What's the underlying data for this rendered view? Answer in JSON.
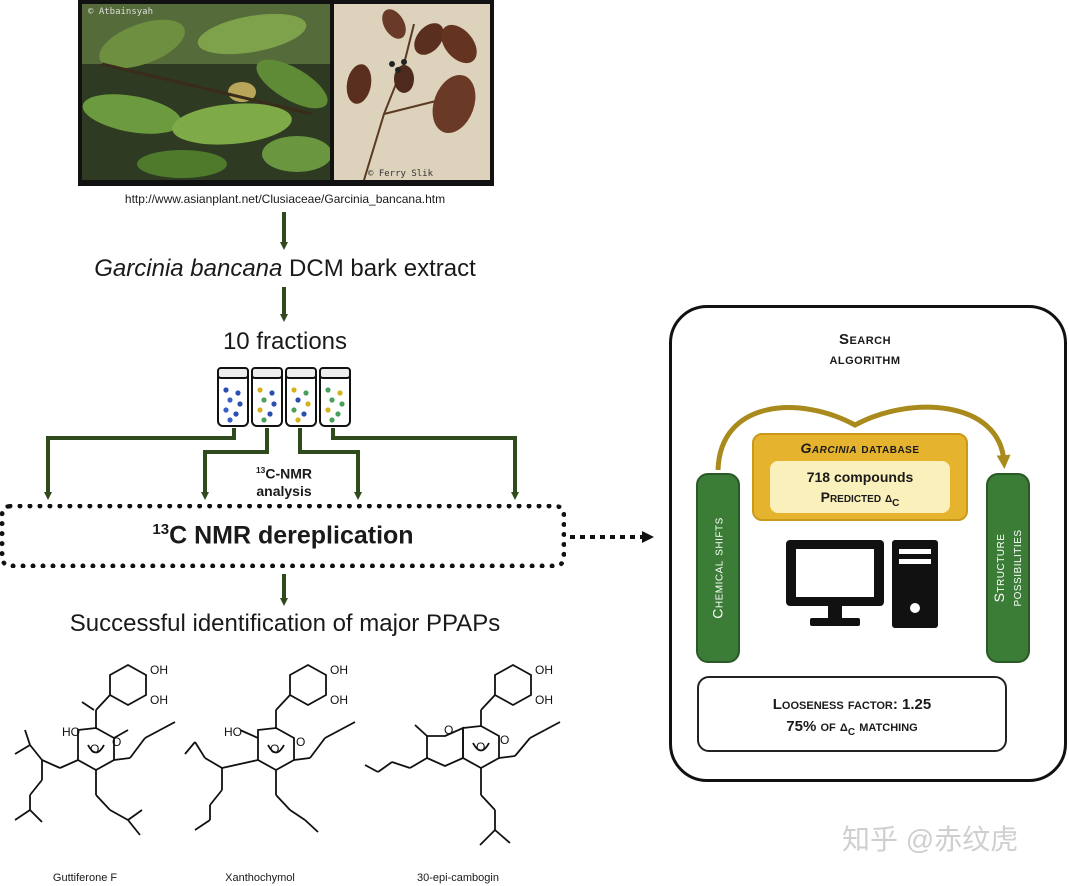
{
  "photo": {
    "left_credit": "© Atbainsyah",
    "right_credit": "© Ferry Slik",
    "url": "http://www.asianplant.net/Clusiaceae/Garcinia_bancana.htm"
  },
  "flow": {
    "extract_italic": "Garcinia bancana",
    "extract_rest": " DCM bark extract",
    "fractions": "10 fractions",
    "nmr_sup": "13",
    "nmr_label": "C-NMR",
    "analysis": "analysis",
    "derep_sup": "13",
    "derep_label": "C NMR dereplication",
    "result": "Successful identification of major PPAPs"
  },
  "compounds": [
    {
      "name": "Guttiferone F"
    },
    {
      "name": "Xanthochymol"
    },
    {
      "name": "30-epi-cambogin"
    }
  ],
  "panel": {
    "search_line1": "Search",
    "search_line2": "algorithm",
    "db_title_italic": "Garcinia",
    "db_title_rest": " database",
    "db_count": "718 compounds",
    "db_predicted": "Predicted δ",
    "db_predicted_sub": "C",
    "left_pillar": "Chemical shifts",
    "right_pillar_line1": "Structure",
    "right_pillar_line2": "possibilities",
    "loose_line1": "Looseness factor: 1.25",
    "loose_line2_a": "75% of δ",
    "loose_line2_sub": "C",
    "loose_line2_b": " matching"
  },
  "watermark": "知乎 @赤纹虎",
  "colors": {
    "arrow_green": "#2f4a1c",
    "pillar_green": "#3b7d36",
    "database_gold": "#e6b32e",
    "database_inner": "#faf0bb",
    "curve_gold": "#a98a1c"
  }
}
